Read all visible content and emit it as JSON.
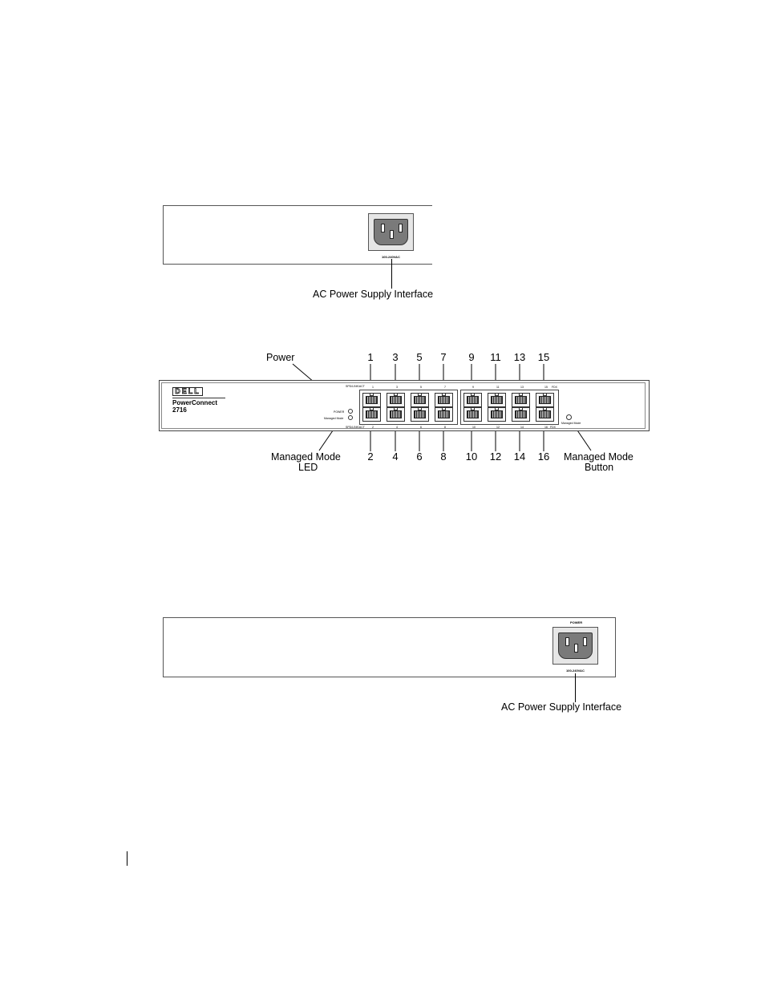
{
  "figure_top": {
    "ac_rating_label": "100-240VAC",
    "callout": "AC Power Supply Interface"
  },
  "front_panel": {
    "logo_text": "DELL",
    "model_line1": "PowerConnect",
    "model_line2": "2716",
    "led_power_label": "POWER",
    "led_managed_label": "Managed Mode",
    "spd_top_label": "SPD/LINK/ACT",
    "spd_bottom_label": "SPD/LINK/ACT",
    "fdx_label": "FDX",
    "fdx_label2": "FDX",
    "managed_button_label": "Managed Mode",
    "callout_power": "Power",
    "callout_led_line1": "Managed Mode",
    "callout_led_line2": "LED",
    "callout_button_line1": "Managed Mode",
    "callout_button_line2": "Button",
    "top_port_numbers": [
      "1",
      "3",
      "5",
      "7",
      "9",
      "11",
      "13",
      "15"
    ],
    "bottom_port_numbers": [
      "2",
      "4",
      "6",
      "8",
      "10",
      "12",
      "14",
      "16"
    ],
    "small_top_numbers": [
      "1",
      "3",
      "5",
      "7",
      "9",
      "11",
      "13",
      "15"
    ],
    "small_bottom_numbers": [
      "2",
      "4",
      "6",
      "8",
      "10",
      "12",
      "14",
      "16"
    ]
  },
  "figure_bottom": {
    "power_label": "POWER",
    "ac_rating_label": "100-240VAC",
    "callout": "AC Power Supply Interface"
  }
}
